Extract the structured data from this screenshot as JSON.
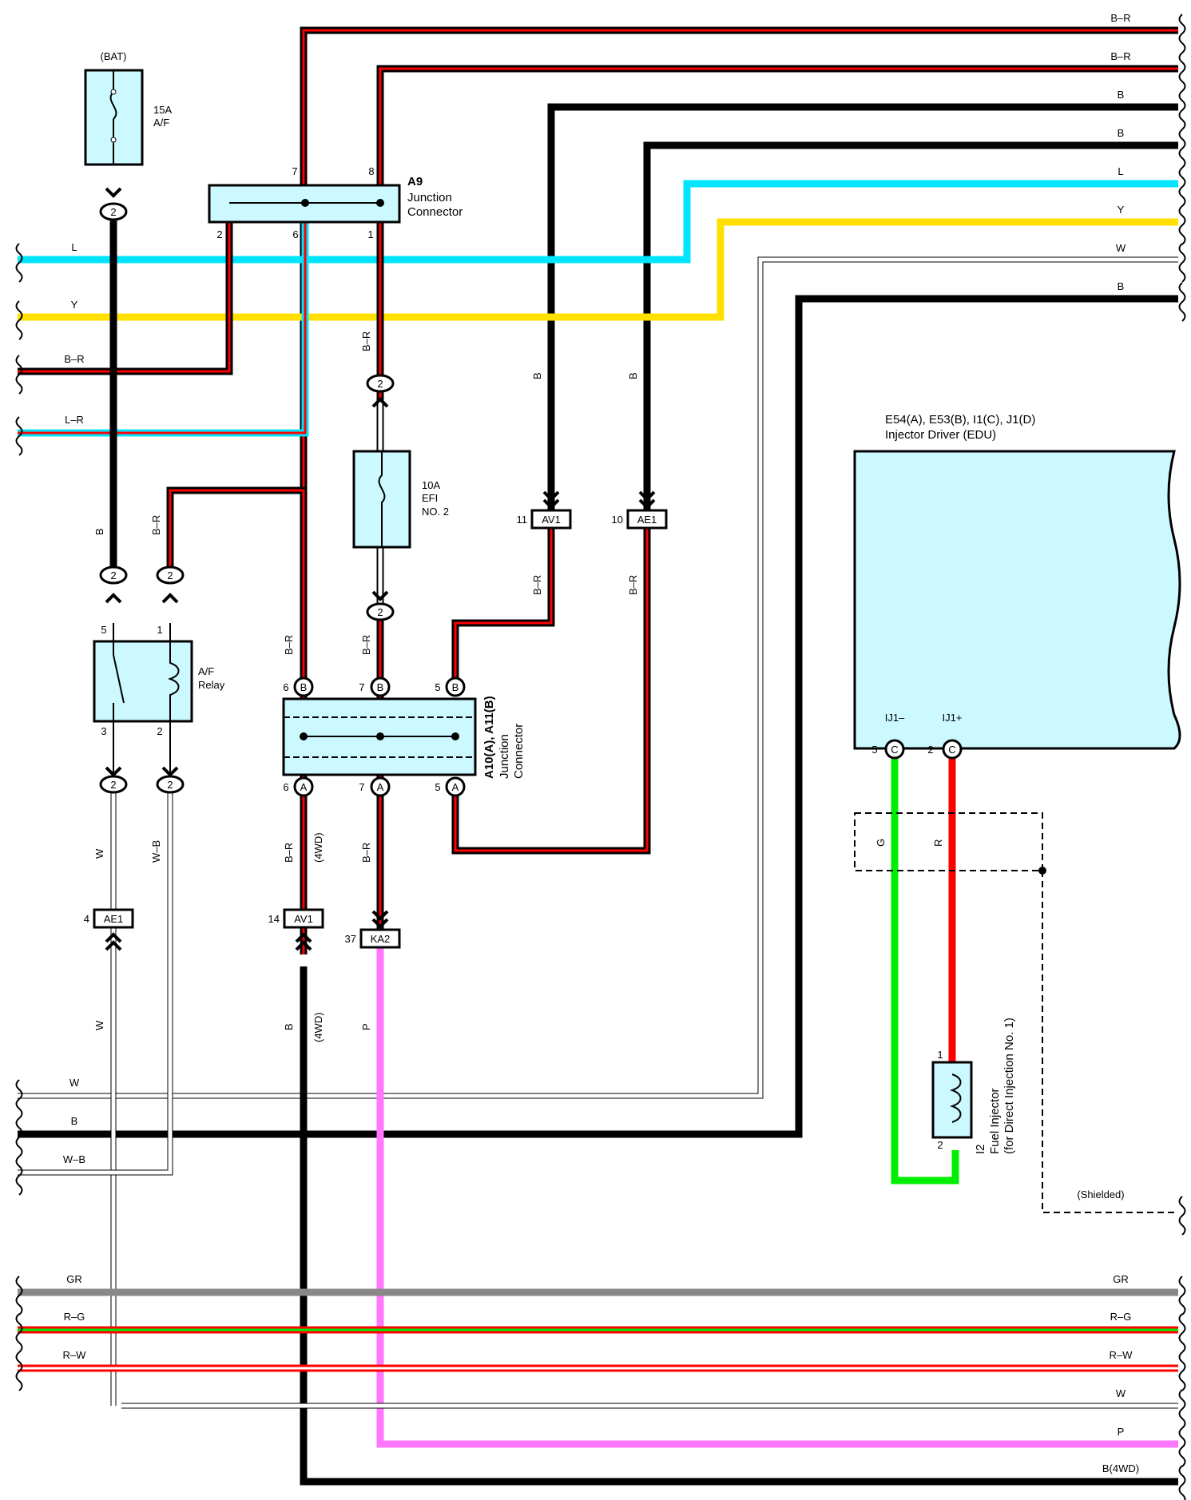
{
  "colors": {
    "B": "#000000",
    "R": "#ff0000",
    "L": "#00e5ff",
    "Y": "#ffe000",
    "W": "#ffffff",
    "G": "#00ee00",
    "P": "#ff77ff",
    "GR": "#888888",
    "box_fill": "#cbf9ff"
  },
  "fuses": {
    "af": {
      "source": "(BAT)",
      "amps": "15A",
      "name": "A/F"
    },
    "efi": {
      "amps": "10A",
      "name1": "EFI",
      "name2": "NO. 2"
    }
  },
  "relay": {
    "name1": "A/F",
    "name2": "Relay",
    "pins": [
      "5",
      "1",
      "3",
      "2"
    ]
  },
  "a9": {
    "code": "A9",
    "name1": "Junction",
    "name2": "Connector",
    "pins": [
      "7",
      "8",
      "2",
      "6",
      "1"
    ]
  },
  "a10": {
    "code": "A10(A), A11(B)",
    "name1": "Junction",
    "name2": "Connector",
    "top_pins": [
      "6",
      "7",
      "5"
    ],
    "bottom_pins": [
      "6",
      "7",
      "5"
    ],
    "letter_top": "B",
    "letter_bottom": "A"
  },
  "edu": {
    "code": "E54(A), E53(B), I1(C), J1(D)",
    "name": "Injector Driver (EDU)",
    "pin_minus": "IJ1–",
    "pin_plus": "IJ1+",
    "num_minus": "5",
    "num_plus": "2",
    "letter": "C"
  },
  "injector": {
    "code": "I2",
    "name1": "Fuel Injector",
    "name2": "(for Direct Injection No. 1)",
    "pin1": "1",
    "pin2": "2"
  },
  "shielded": "(Shielded)",
  "junctions": {
    "two": "2"
  },
  "connectors": {
    "av1_top": {
      "id": "AV1",
      "pin": "11"
    },
    "ae1_top": {
      "id": "AE1",
      "pin": "10"
    },
    "ae1_bot": {
      "id": "AE1",
      "pin": "4"
    },
    "av1_bot": {
      "id": "AV1",
      "pin": "14"
    },
    "ka2": {
      "id": "KA2",
      "pin": "37"
    }
  },
  "right_wires": [
    "B–R",
    "B–R",
    "B",
    "B",
    "L",
    "Y",
    "W",
    "B"
  ],
  "left_wires": [
    "L",
    "Y",
    "B–R",
    "L–R"
  ],
  "mid_left_wires": [
    "W",
    "B",
    "W–B"
  ],
  "bottom_left_wires": [
    "GR",
    "R–G",
    "R–W"
  ],
  "bottom_right_wires": [
    "GR",
    "R–G",
    "R–W",
    "W",
    "P",
    "B(4WD)"
  ],
  "vertical_labels": {
    "b1": "B",
    "br1": "B–R",
    "w1": "W",
    "wb1": "W–B",
    "w2": "W",
    "br_a9": "B–R",
    "b_av": "B",
    "b_ae": "B",
    "br_av": "B–R",
    "br_ae": "B–R",
    "br_a10l": "B–R",
    "br_a10m": "B–R",
    "br_4wd": "B–R",
    "l4wd1": "(4WD)",
    "br_ka": "B–R",
    "b_4wd": "B",
    "l4wd2": "(4WD)",
    "p_ka": "P",
    "g_edu": "G",
    "r_edu": "R"
  }
}
